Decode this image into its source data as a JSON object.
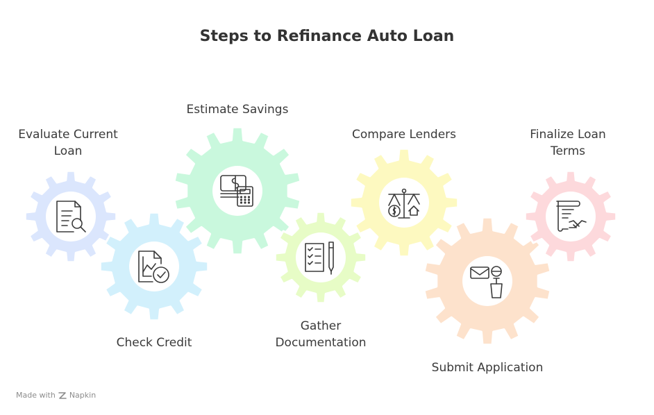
{
  "title": "Steps to Refinance Auto Loan",
  "steps": [
    {
      "label": [
        "Evaluate Current",
        "Loan"
      ],
      "icon": "document-search-icon",
      "color": "#dbe6fd"
    },
    {
      "label": [
        "Check Credit"
      ],
      "icon": "credit-chart-check-icon",
      "color": "#d2f0fc"
    },
    {
      "label": [
        "Estimate Savings"
      ],
      "icon": "money-calculator-icon",
      "color": "#c9f8dd"
    },
    {
      "label": [
        "Gather",
        "Documentation"
      ],
      "icon": "checklist-pen-icon",
      "color": "#e7fcc6"
    },
    {
      "label": [
        "Compare Lenders"
      ],
      "icon": "balance-scale-icon",
      "color": "#fdf9c0"
    },
    {
      "label": [
        "Submit Application"
      ],
      "icon": "mail-person-icon",
      "color": "#fde2cc"
    },
    {
      "label": [
        "Finalize Loan",
        "Terms"
      ],
      "icon": "contract-handshake-icon",
      "color": "#fdd9dc"
    }
  ],
  "footer": {
    "made_with": "Made with",
    "brand": "Napkin"
  }
}
